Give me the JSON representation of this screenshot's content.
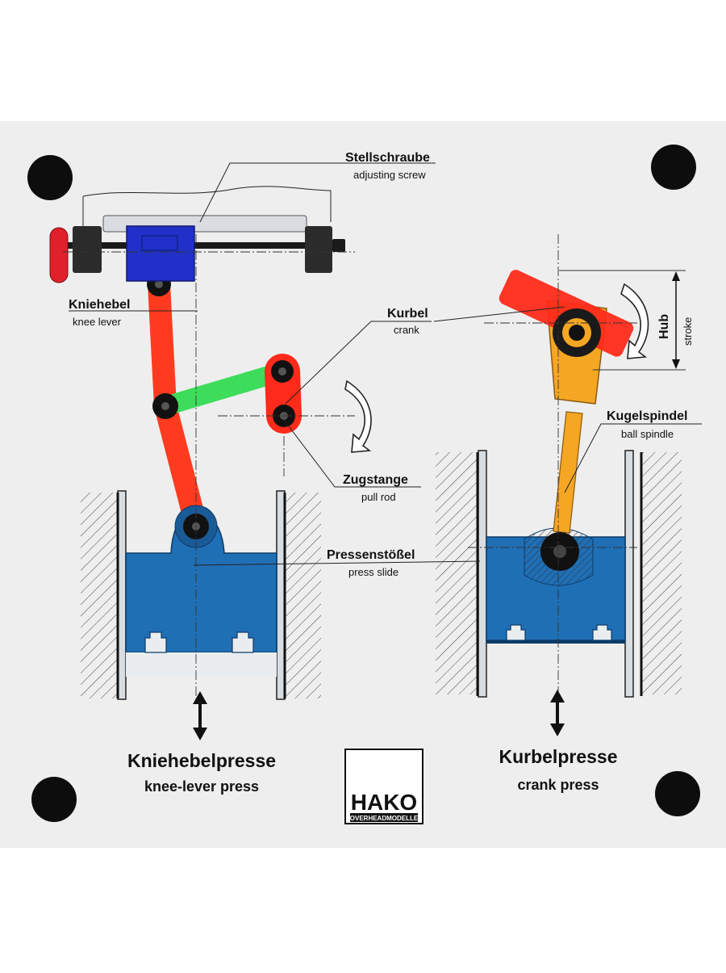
{
  "labels": {
    "adjusting_screw": {
      "de": "Stellschraube",
      "en": "adjusting screw"
    },
    "knee_lever": {
      "de": "Kniehebel",
      "en": "knee lever"
    },
    "crank": {
      "de": "Kurbel",
      "en": "crank"
    },
    "pull_rod": {
      "de": "Zugstange",
      "en": "pull rod"
    },
    "press_slide": {
      "de": "Pressenstößel",
      "en": "press slide"
    },
    "ball_spindle": {
      "de": "Kugelspindel",
      "en": "ball spindle"
    },
    "stroke": {
      "de": "Hub",
      "en": "stroke"
    }
  },
  "presses": {
    "left": {
      "title_de": "Kniehebelpresse",
      "title_en": "knee-lever press"
    },
    "right": {
      "title_de": "Kurbelpresse",
      "title_en": "crank press"
    }
  },
  "logo": {
    "brand": "HAKO",
    "sub": "OVERHEADMODELLE"
  },
  "colors": {
    "board": "#eeeeee",
    "press_slide_blue": "#1f6fb5",
    "knee_lever_red": "#ff3b1f",
    "pull_rod_green": "#3ddc5a",
    "crank_red": "#ff2a1a",
    "ball_spindle_orange": "#f5a623",
    "screw_block_blue": "#2030c8"
  }
}
